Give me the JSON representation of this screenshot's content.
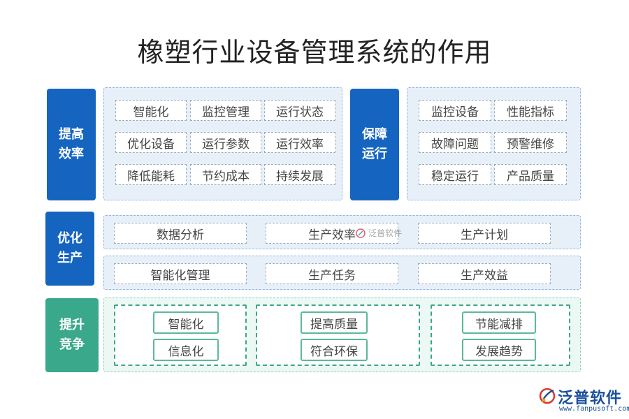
{
  "title": "橡塑行业设备管理系统的作用",
  "sections": {
    "efficiency": {
      "label": "提高\n效率",
      "items": [
        "智能化",
        "监控管理",
        "运行状态",
        "优化设备",
        "运行参数",
        "运行效率",
        "降低能耗",
        "节约成本",
        "持续发展"
      ]
    },
    "operation": {
      "label": "保障\n运行",
      "items": [
        "监控设备",
        "性能指标",
        "故障问题",
        "预警维修",
        "稳定运行",
        "产品质量"
      ]
    },
    "production": {
      "label": "优化\n生产",
      "row1": [
        "数据分析",
        "生产效率",
        "生产计划"
      ],
      "row2": [
        "智能化管理",
        "生产任务",
        "生产效益"
      ]
    },
    "competition": {
      "label": "提升\n竞争",
      "groups": [
        [
          "智能化",
          "信息化"
        ],
        [
          "提高质量",
          "符合环保"
        ],
        [
          "节能减排",
          "发展趋势"
        ]
      ]
    }
  },
  "watermark": "泛普软件",
  "logo": {
    "name": "泛普软件",
    "url": "www.fanpusoft.com"
  },
  "colors": {
    "tab_blue": "#1565c0",
    "tab_green": "#3aa88a",
    "panel_blue": "#e7f0f9",
    "panel_green": "#ecf8f4"
  }
}
